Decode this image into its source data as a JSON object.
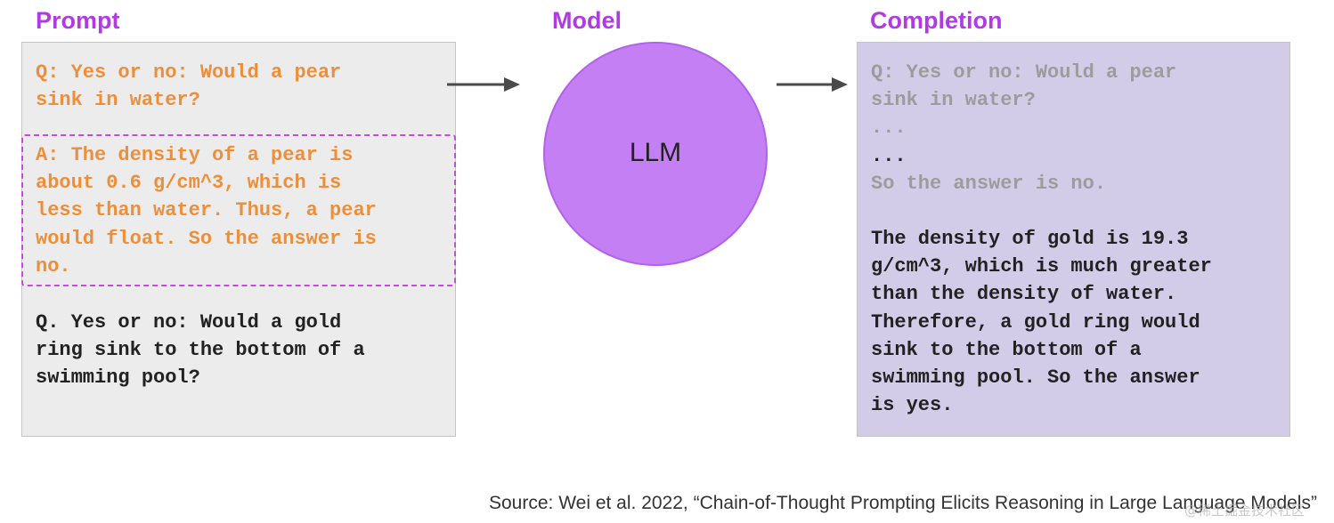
{
  "headings": {
    "prompt": "Prompt",
    "model": "Model",
    "completion": "Completion"
  },
  "prompt_panel": {
    "question_example": "Q: Yes or no: Would a pear\nsink in water?",
    "answer_example": "A: The density of a pear is\nabout 0.6 g/cm^3, which is\nless than water. Thus, a pear\nwould float. So the answer is\nno.",
    "question_new": "Q. Yes or no: Would a gold\nring sink to the bottom of a\nswimming pool?"
  },
  "model": {
    "label": "LLM"
  },
  "completion_panel": {
    "echo": "Q: Yes or no: Would a pear\nsink in water?\n...",
    "ellipsis": "...",
    "echo_answer": "So the answer is no.",
    "output": "The density of gold is 19.3\ng/cm^3, which is much greater\nthan the density of water.\nTherefore, a gold ring would\nsink to the bottom of a\nswimming pool. So the answer\nis yes."
  },
  "source": "Source: Wei et al. 2022, “Chain-of-Thought Prompting Elicits Reasoning in Large Language Models”",
  "watermark": "@稀土掘金技术社区",
  "colors": {
    "heading": "#b13be2",
    "prompt_example_text": "#ed8f3a",
    "prompt_bg": "#ececec",
    "completion_bg": "#d3cce8",
    "llm_circle": "#c57ff5",
    "dashed_border": "#c04fd8"
  }
}
